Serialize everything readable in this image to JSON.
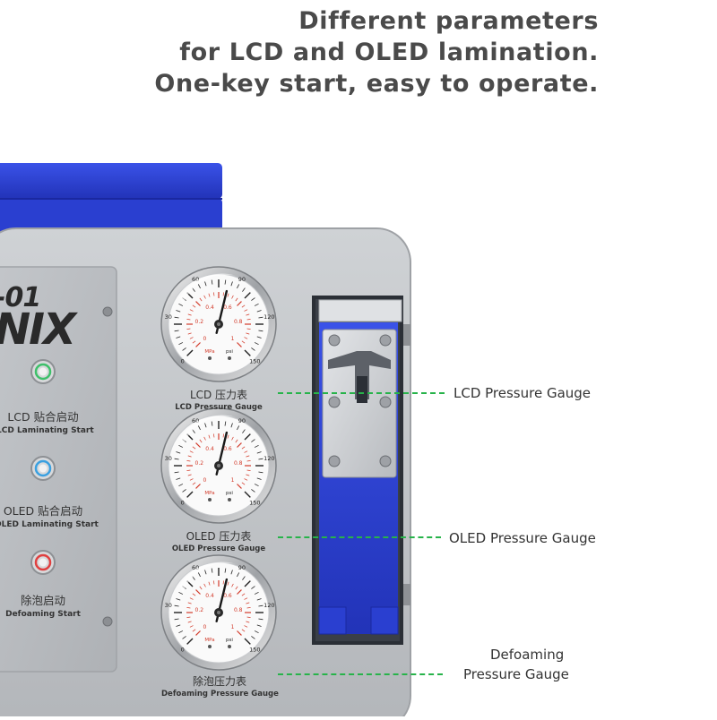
{
  "headline": {
    "line1": "Different parameters",
    "line2": "for LCD and OLED lamination.",
    "line3": "One-key start, easy to operate."
  },
  "logo": {
    "line1": "-01",
    "line2": "NIX"
  },
  "buttons": [
    {
      "cn": "LCD 贴合启动",
      "en": "LCD Laminating Start",
      "ring_color": "#3ec06a"
    },
    {
      "cn": "OLED 贴合启动",
      "en": "OLED Laminating Start",
      "ring_color": "#3aa0e0"
    },
    {
      "cn": "除泡启动",
      "en": "Defoaming Start",
      "ring_color": "#e04040"
    }
  ],
  "gauges": [
    {
      "cn": "LCD 压力表",
      "en": "LCD Pressure Gauge",
      "callout": "LCD Pressure Gauge"
    },
    {
      "cn": "OLED 压力表",
      "en": "OLED Pressure Gauge",
      "callout": "OLED Pressure Gauge"
    },
    {
      "cn": "除泡压力表",
      "en": "Defoaming Pressure Gauge",
      "callout_line1": "Defoaming",
      "callout_line2": "Pressure Gauge"
    }
  ],
  "gauge_face": {
    "unit_left": "MPa",
    "unit_right": "psi",
    "mpa_ticks": [
      "0",
      "0.2",
      "0.4",
      "0.6",
      "0.8",
      "1"
    ],
    "psi_ticks": [
      "0",
      "30",
      "60",
      "90",
      "120",
      "150"
    ]
  },
  "colors": {
    "headline": "#4a4a4a",
    "blue_lid": "#2a3fd0",
    "panel": "#b9bcc0",
    "callout_line": "#27b34a",
    "gauge_red": "#d23a2a"
  }
}
